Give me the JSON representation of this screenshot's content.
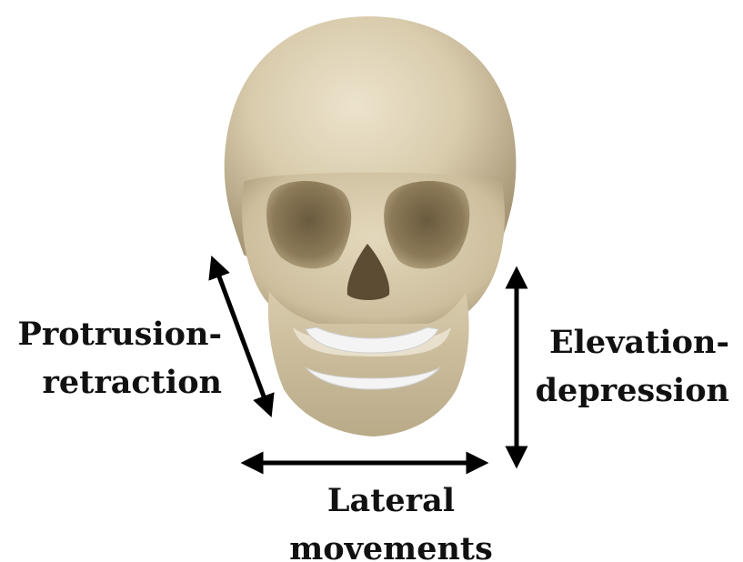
{
  "labels": {
    "protrusion": {
      "line1": "Protrusion-",
      "line2": "retraction"
    },
    "elevation": {
      "line1": "Elevation-",
      "line2": "depression"
    },
    "lateral": {
      "line1": "Lateral",
      "line2": "movements"
    }
  },
  "colors": {
    "bone": "#d9ccad",
    "bone_shadow": "#a89878",
    "teeth": "#f4f4f4",
    "arrow": "#000000",
    "text": "#111111"
  },
  "icons": {
    "skull": "skull-illustration",
    "arrow_protrusion": "double-headed-arrow-diagonal",
    "arrow_elevation": "double-headed-arrow-vertical",
    "arrow_lateral": "double-headed-arrow-horizontal"
  }
}
